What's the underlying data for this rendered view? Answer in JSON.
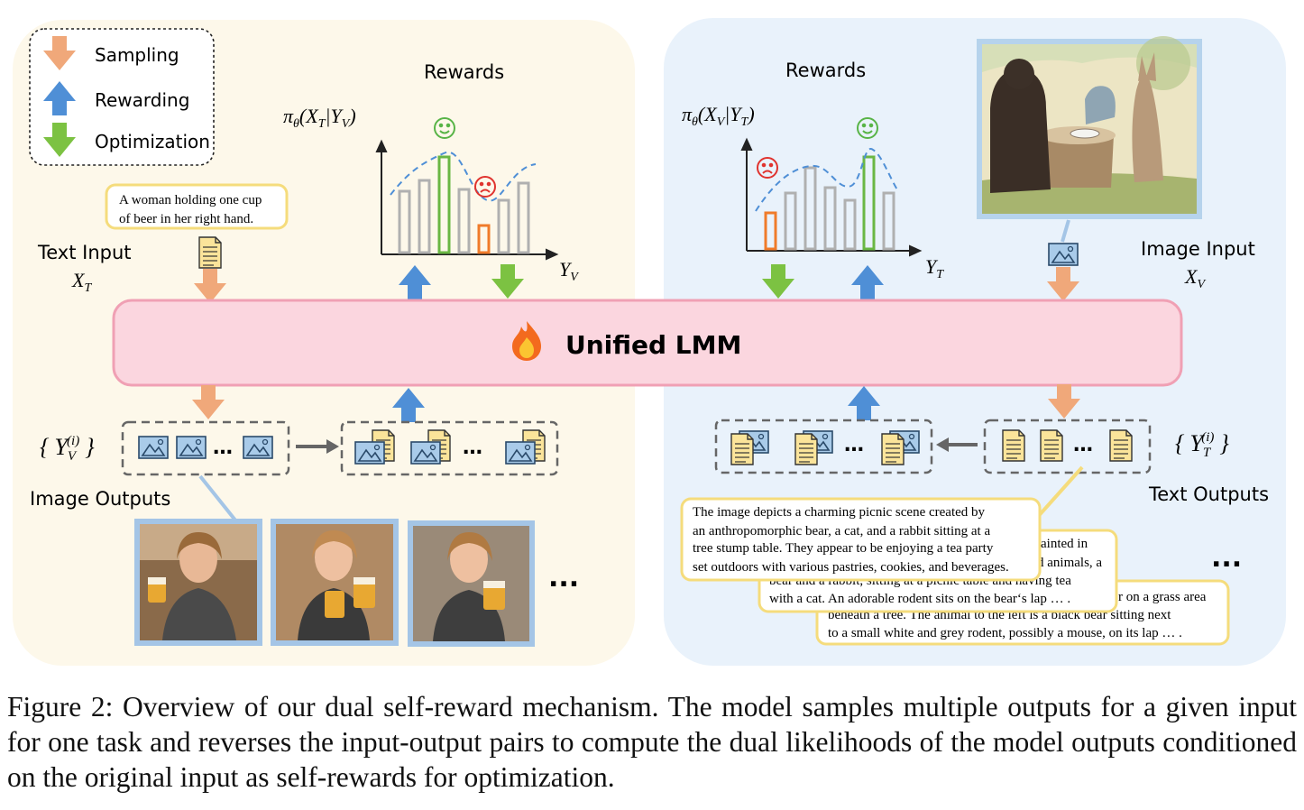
{
  "legend": {
    "sampling": "Sampling",
    "rewarding": "Rewarding",
    "optimization": "Optimization"
  },
  "colors": {
    "sampling": "#f0a87a",
    "rewarding": "#4f8fd6",
    "optimization": "#7cc242",
    "left_panel": "#fdf8ea",
    "right_panel": "#e9f2fb",
    "lmm_fill": "#fbd6df",
    "lmm_border": "#f0a0b4",
    "bubble_border": "#f5dc7c",
    "good_bar": "#6ab744",
    "bad_bar": "#f07b2a"
  },
  "left": {
    "rewards_title": "Rewards",
    "policy_func": "π",
    "policy_sub": "θ",
    "policy_args": "(X",
    "policy_args_sub1": "T",
    "policy_bar": "|Y",
    "policy_args_sub2": "V",
    "policy_close": ")",
    "axis_var": "Y",
    "axis_sub": "V",
    "prompt_bubble_line1": "A woman holding one cup",
    "prompt_bubble_line2": "of beer in her right hand.",
    "text_input_label": "Text Input",
    "text_input_var": "X",
    "text_input_sub": "T",
    "outputs_set_var": "Y",
    "outputs_set_sub": "V",
    "outputs_set_sup": "(i)",
    "image_outputs_label": "Image Outputs",
    "ellipsis": "…",
    "photos_ellipsis": "...",
    "photo_icon": "woman-holding-beer-photo"
  },
  "center": {
    "lmm_label": "Unified LMM",
    "fire_icon": "fire-icon"
  },
  "right": {
    "rewards_title": "Rewards",
    "policy_func": "π",
    "policy_sub": "θ",
    "policy_args": "(X",
    "policy_args_sub1": "V",
    "policy_bar": "|Y",
    "policy_args_sub2": "T",
    "policy_close": ")",
    "axis_var": "Y",
    "axis_sub": "T",
    "image_input_label": "Image Input",
    "image_input_var": "X",
    "image_input_sub": "V",
    "outputs_set_var": "Y",
    "outputs_set_sub": "T",
    "outputs_set_sup": "(i)",
    "text_outputs_label": "Text Outputs",
    "ellipsis": "…",
    "captions_ellipsis": "...",
    "caption_front": [
      "The image depicts a charming picnic scene created by",
      "an anthropomorphic bear, a cat, and a rabbit sitting at a",
      "tree stump table. They appear to be enjoying a tea party",
      "set outdoors with various pastries, cookies, and beverages."
    ],
    "caption_middle": [
      "ainted in",
      "d animals, a",
      "bear and a rabbit, sitting at a picnic table and having tea",
      "with a cat. An adorable rodent sits on the bear‘s lap … ."
    ],
    "caption_back": [
      "r on a grass area",
      "beneath a tree. The animal to the left is a black bear sitting next",
      "to a small white and grey rodent, possibly a mouse, on its lap … ."
    ],
    "painting_icon": "animal-tea-party-painting"
  },
  "caption": "Figure 2: Overview of our dual self-reward mechanism. The model samples multiple outputs for a given input for one task and reverses the input-output pairs to compute the dual likelihoods of the model outputs conditioned on the original input as self-rewards for optimization."
}
